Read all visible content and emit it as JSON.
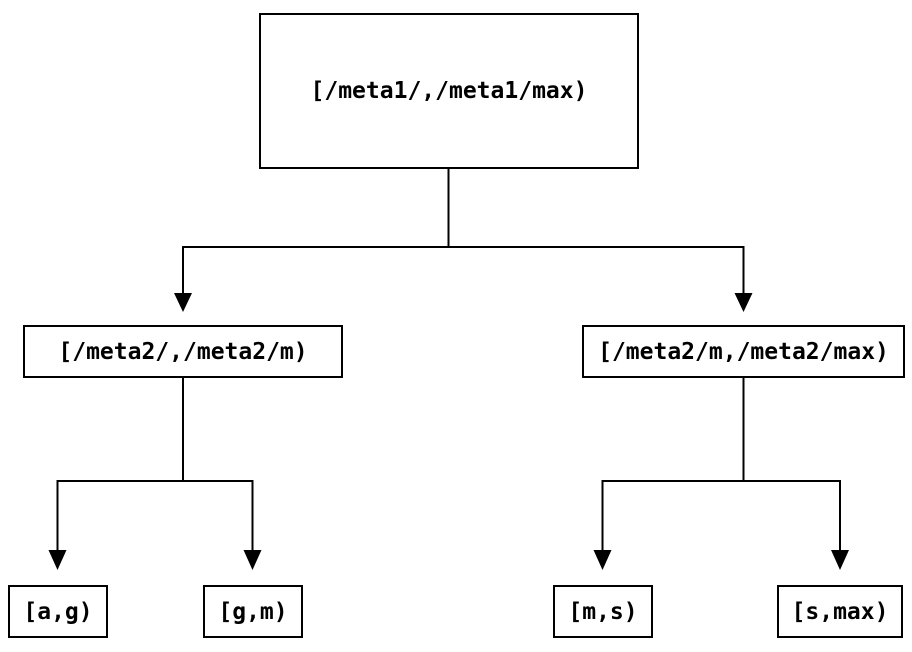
{
  "diagram": {
    "type": "tree",
    "background_color": "#ffffff",
    "line_color": "#000000",
    "nodes": {
      "root": {
        "label": "[/meta1/,/meta1/max)"
      },
      "meta2_left": {
        "label": "[/meta2/,/meta2/m)"
      },
      "meta2_right": {
        "label": "[/meta2/m,/meta2/max)"
      },
      "leaf_ag": {
        "label": "[a,g)"
      },
      "leaf_gm": {
        "label": "[g,m)"
      },
      "leaf_ms": {
        "label": "[m,s)"
      },
      "leaf_smax": {
        "label": "[s,max)"
      }
    },
    "edges": [
      {
        "from": "root",
        "to": "meta2_left"
      },
      {
        "from": "root",
        "to": "meta2_right"
      },
      {
        "from": "meta2_left",
        "to": "leaf_ag"
      },
      {
        "from": "meta2_left",
        "to": "leaf_gm"
      },
      {
        "from": "meta2_right",
        "to": "leaf_ms"
      },
      {
        "from": "meta2_right",
        "to": "leaf_smax"
      }
    ]
  }
}
